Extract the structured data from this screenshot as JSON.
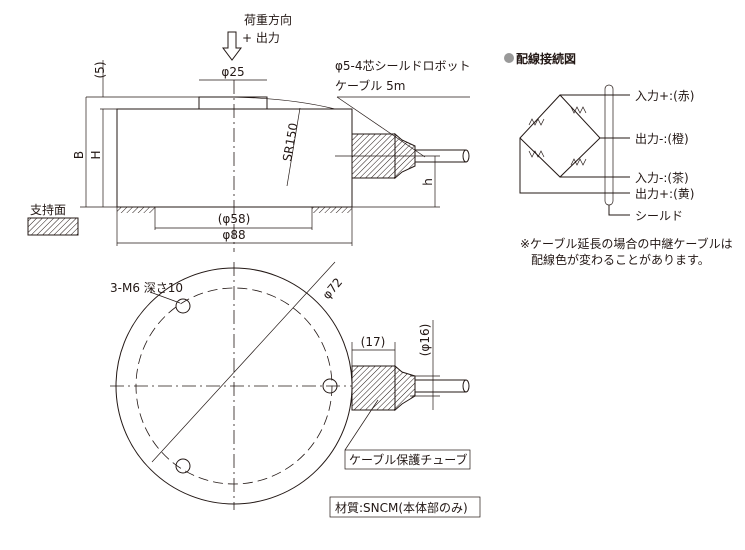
{
  "side_view": {
    "load_direction": "荷重方向",
    "output_sign": "+ 出力",
    "dim_top_dia": "φ25",
    "dim_gap": "(5)",
    "dim_B": "B",
    "dim_H": "H",
    "dim_h": "h",
    "dim_sr": "SR150",
    "dim_inner_dia": "(φ58)",
    "dim_outer_dia": "φ88",
    "support_surface": "支持面",
    "cable_line1": "φ5-4芯シールドロボット",
    "cable_line2": "ケーブル 5m"
  },
  "top_view": {
    "holes": "3-M6 深さ10",
    "dim_bolt_circle": "φ72",
    "dim_connector_len": "(17)",
    "dim_connector_dia": "(φ16)",
    "tube_label": "ケーブル保護チューブ",
    "material": "材質:SNCM(本体部のみ)"
  },
  "wiring": {
    "title": "配線接続図",
    "labels": [
      "入力+:(赤)",
      "出力-:(橙)",
      "入力-:(茶)",
      "出力+:(黄)",
      "シールド"
    ],
    "note_line1": "※ケーブル延長の場合の中継ケーブルは",
    "note_line2": "配線色が変わることがあります。"
  },
  "colors": {
    "line": "#231815",
    "bullet": "#999999"
  }
}
